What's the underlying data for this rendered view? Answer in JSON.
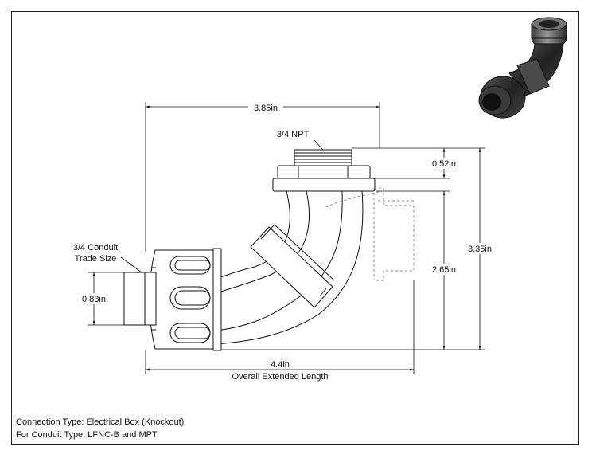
{
  "dimensions": {
    "top_width": "3.85in",
    "thread_label": "3/4 NPT",
    "nut_height": "0.52in",
    "overall_height": "3.35in",
    "lower_height": "2.65in",
    "conduit_label_line1": "3/4 Conduit",
    "conduit_label_line2": "Trade Size",
    "stub_diameter": "0.83in",
    "overall_length": "4.4in",
    "overall_length_caption": "Overall Extended Length"
  },
  "notes": {
    "connection_type": "Connection Type: Electrical Box (Knockout)",
    "conduit_type": "For Conduit Type: LFNC-B and MPT"
  },
  "colors": {
    "line": "#111111",
    "hidden_line": "#888888"
  }
}
